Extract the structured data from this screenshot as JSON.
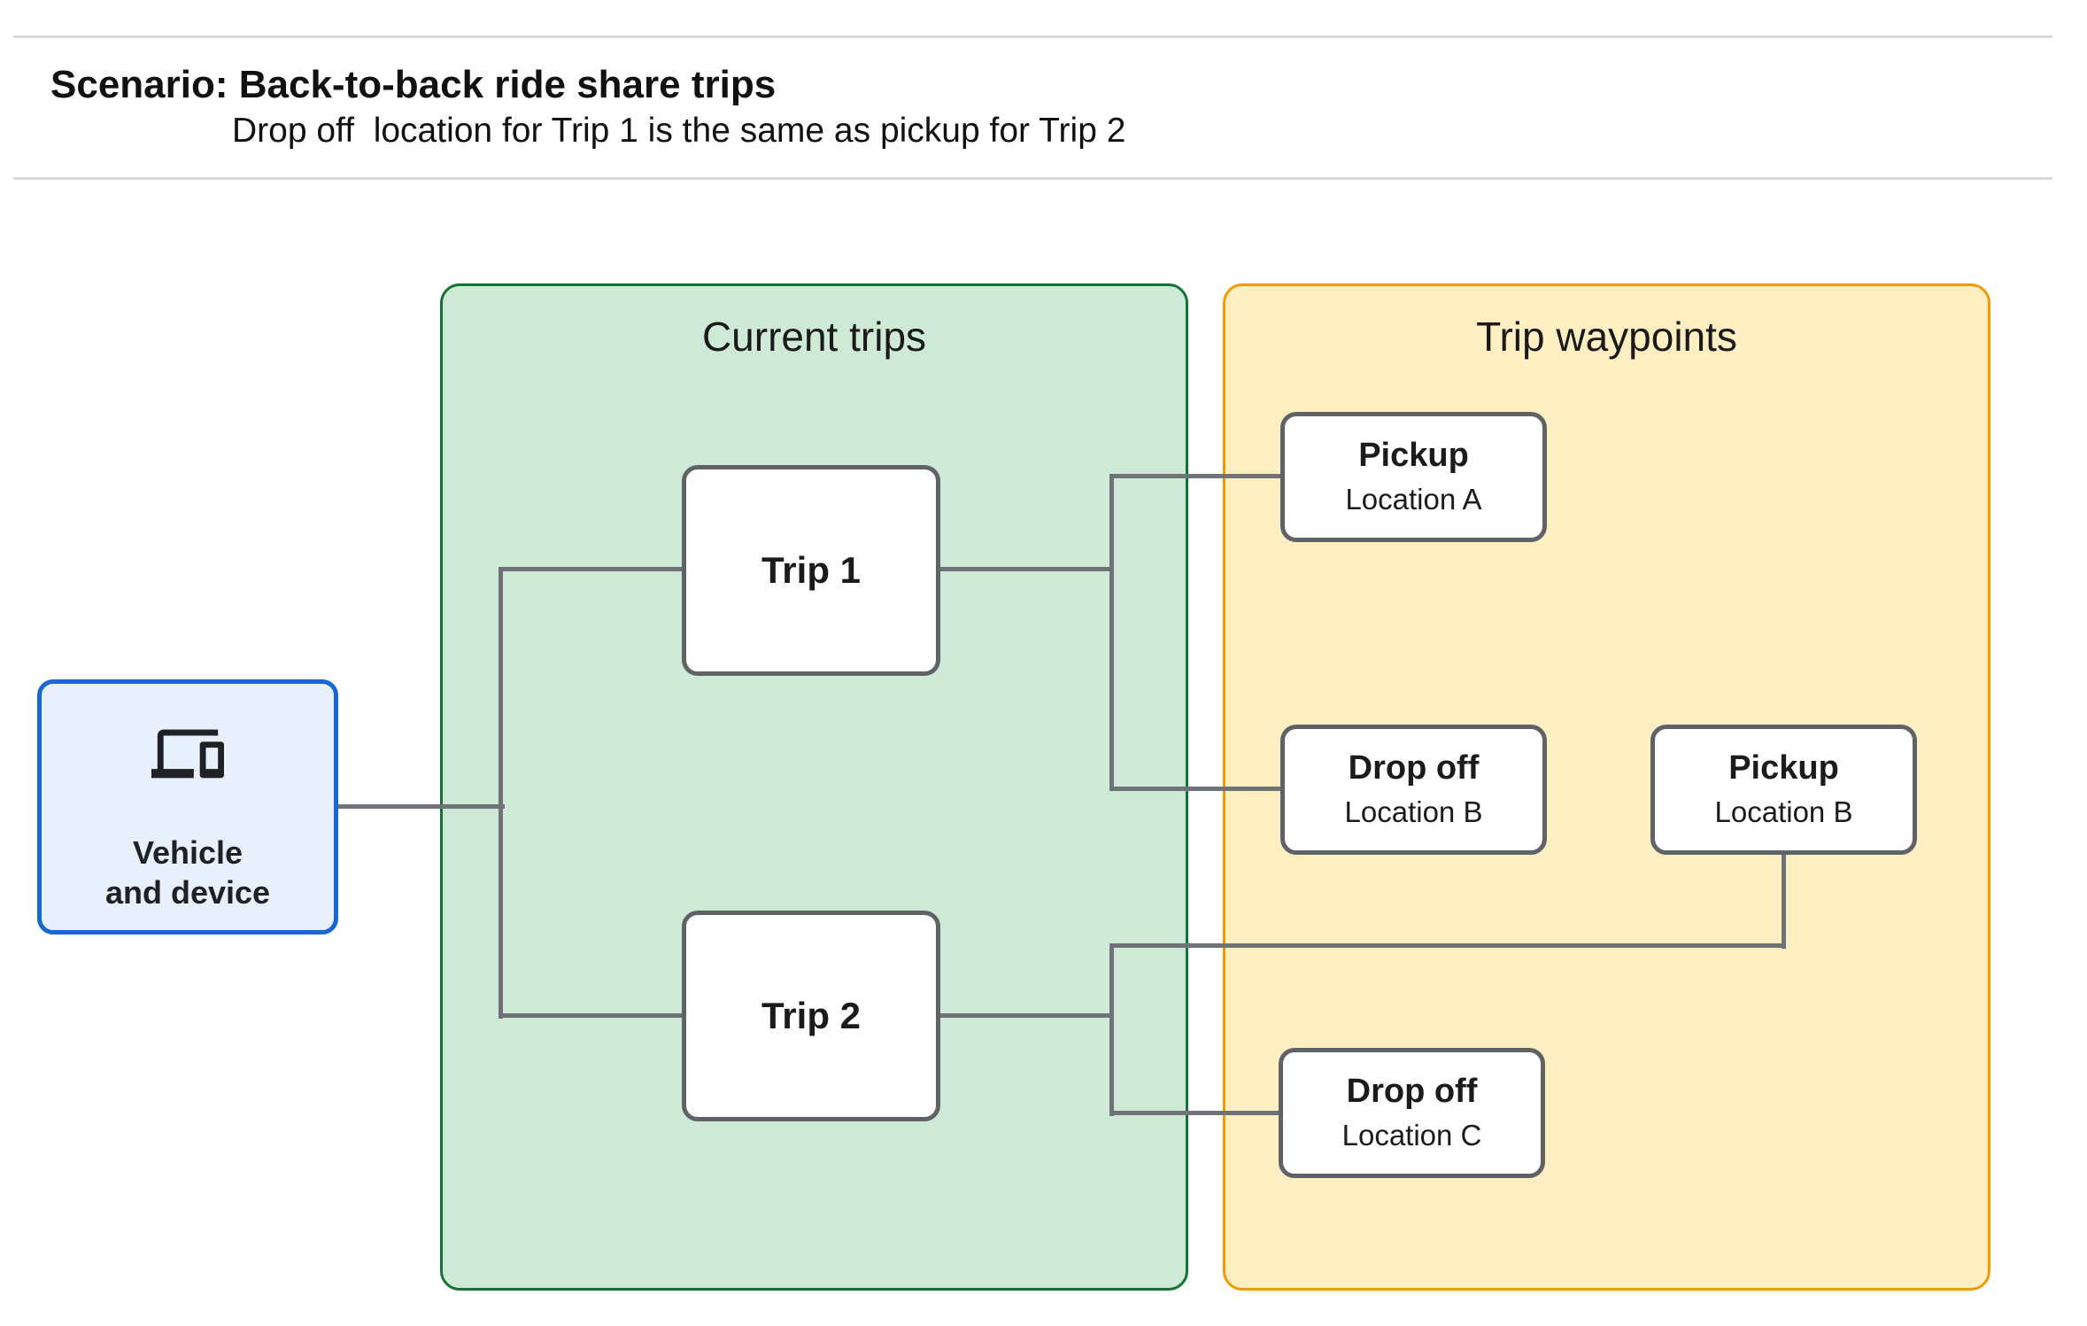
{
  "header": {
    "title": "Scenario: Back-to-back ride share trips",
    "subtitle": "Drop off  location for Trip 1 is the same as pickup for Trip 2"
  },
  "vehicle": {
    "icon": "devices-icon",
    "label_line1": "Vehicle",
    "label_line2": "and device"
  },
  "panels": {
    "current_trips": {
      "title": "Current trips"
    },
    "trip_waypoints": {
      "title": "Trip waypoints"
    }
  },
  "nodes": {
    "trip1": {
      "label": "Trip 1"
    },
    "trip2": {
      "label": "Trip 2"
    },
    "pickup_a": {
      "title": "Pickup",
      "location": "Location A"
    },
    "dropoff_b": {
      "title": "Drop off",
      "location": "Location B"
    },
    "pickup_b": {
      "title": "Pickup",
      "location": "Location B"
    },
    "dropoff_c": {
      "title": "Drop off",
      "location": "Location C"
    }
  },
  "colors": {
    "vehicle_fill": "#E8F0FE",
    "vehicle_border": "#1967D2",
    "current_trips_fill": "#CEEAD6",
    "current_trips_border": "#137333",
    "trip_waypoints_fill": "#FEEFC3",
    "trip_waypoints_border": "#F29900",
    "node_border": "#5F6368",
    "connector": "#6F7276",
    "divider": "#D9D9D9"
  }
}
